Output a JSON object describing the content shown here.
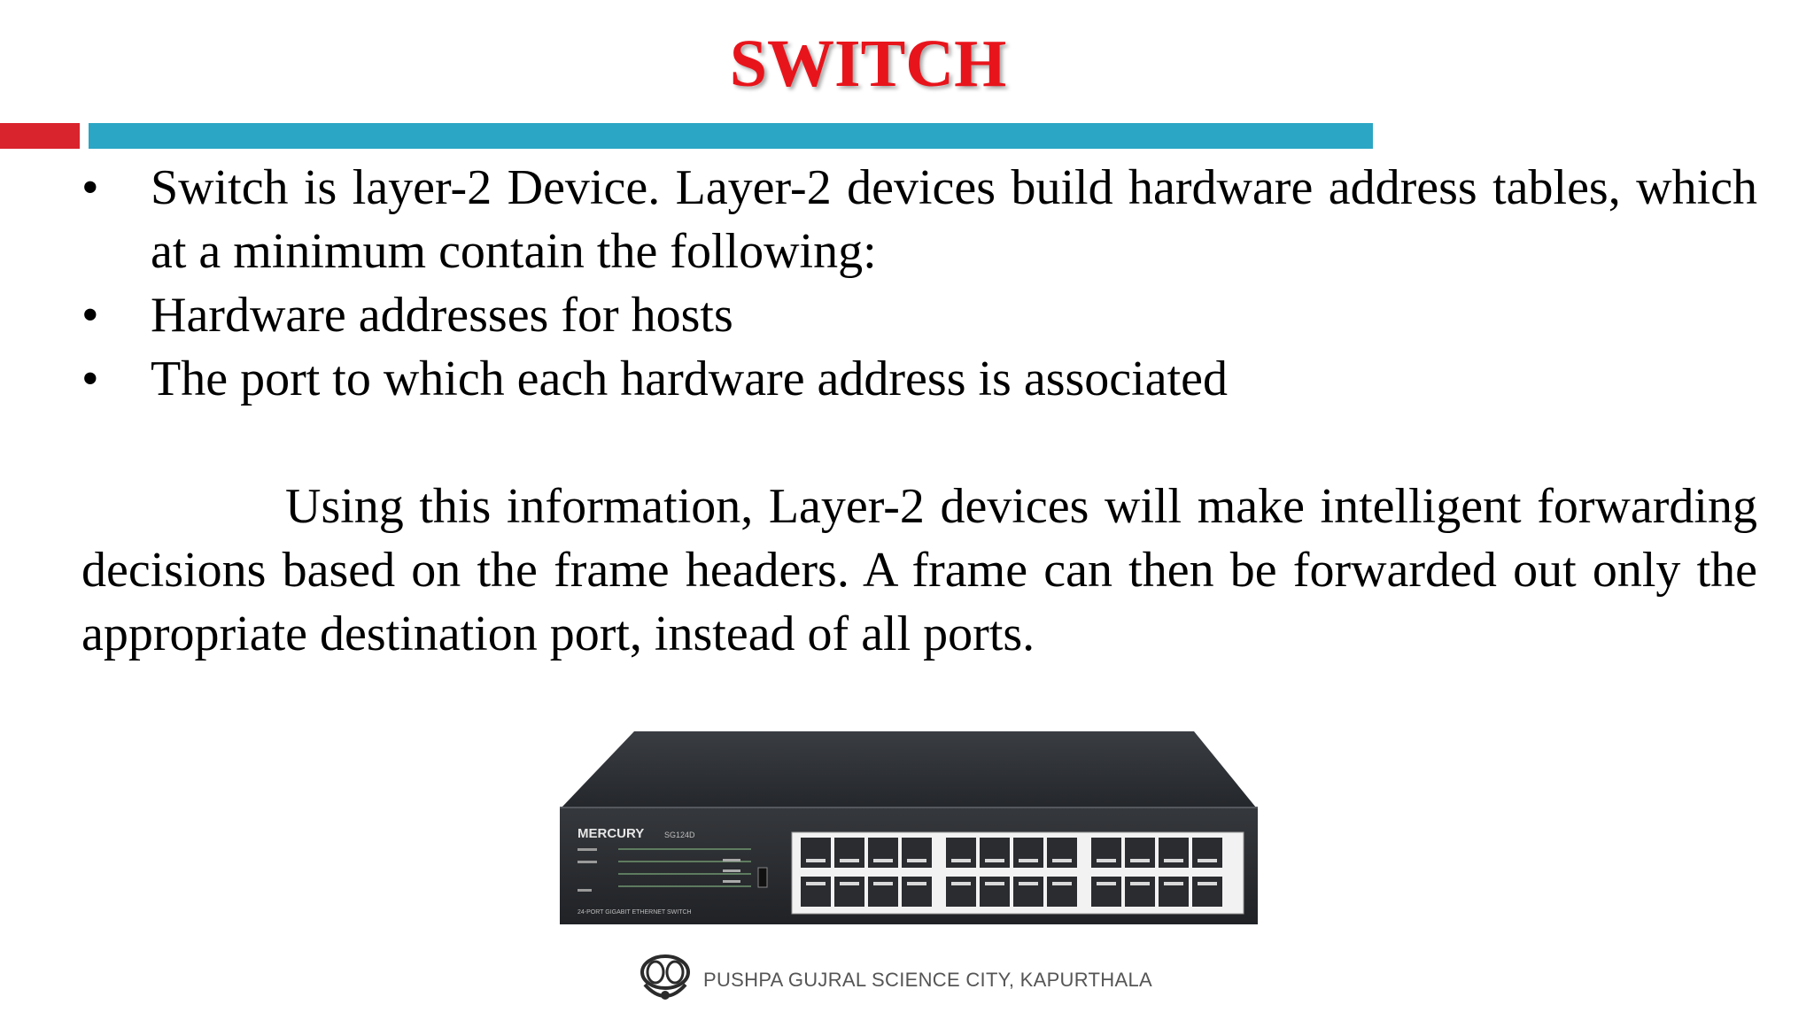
{
  "slide": {
    "title": "SWITCH",
    "colors": {
      "title": "#e8141b",
      "accent_red": "#d9232d",
      "accent_blue": "#2ba6c4"
    },
    "bullets": [
      {
        "marker": "•",
        "text": "Switch is layer-2 Device. Layer-2 devices build hardware address tables, which at a minimum contain the following:"
      },
      {
        "marker": "•",
        "text": "Hardware addresses for hosts"
      },
      {
        "marker": "•",
        "text": "The port to which each hardware address is associated"
      }
    ],
    "paragraph": "Using this information, Layer-2 devices will make intelligent forwarding decisions based on the frame headers. A frame can then be forwarded out only the appropriate destination port, instead of all ports.",
    "image": {
      "brand": "MERCURY",
      "model": "SG124D",
      "caption": "24-PORT GIGABIT ETHERNET SWITCH"
    },
    "footer": {
      "logo_icon": "science-city-logo-icon",
      "text": "PUSHPA GUJRAL SCIENCE CITY, KAPURTHALA"
    }
  }
}
